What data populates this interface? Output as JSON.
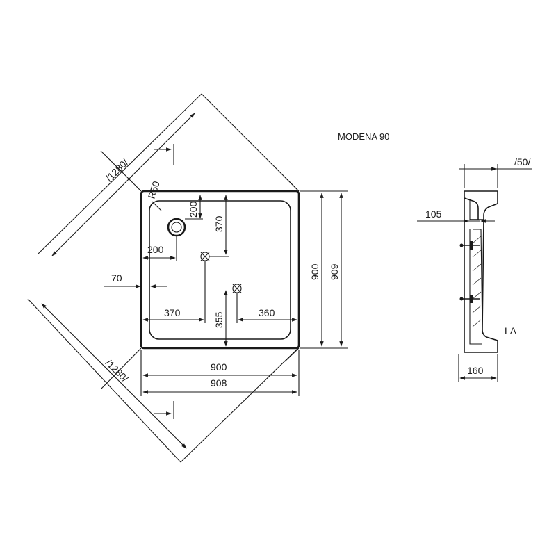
{
  "drawing": {
    "title": "MODENA 90",
    "diagonal_top_label": "/1280/",
    "diagonal_bottom_label": "/1280/",
    "radius_label": "R50",
    "dims": {
      "waste_from_top": "200",
      "waste_from_left": "200",
      "drain_from_top": "370",
      "inner_offset_left": "70",
      "center_from_left": "370",
      "center_from_bottom": "355",
      "center_from_right": "360",
      "width_inner": "900",
      "width_outer": "908",
      "depth_inner": "900",
      "depth_outer": "909"
    },
    "profile": {
      "top_width_label": "/50/",
      "height_label": "105",
      "base_width_label": "160",
      "type_label": "LA"
    }
  }
}
